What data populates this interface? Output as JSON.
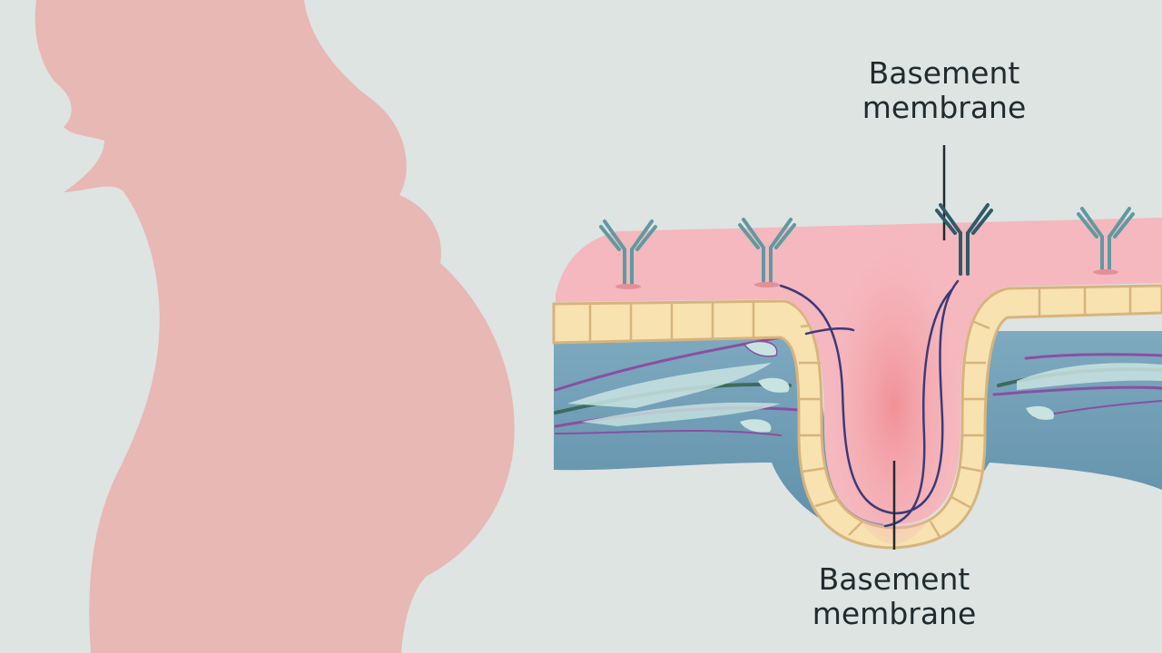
{
  "labels": {
    "top": {
      "line1": "Basement",
      "line2": "membrane"
    },
    "bottom": {
      "line1": "Basement",
      "line2": "membrane"
    }
  },
  "colors": {
    "background": "#dde4e2",
    "silhouette": "#e8b8b4",
    "epidermis": "#f4b8be",
    "basal_cells": "#f7e2b0",
    "dermis": "#6f9db4",
    "antibody": "#5f9aa0",
    "membrane_line": "#3c3a78"
  },
  "icons": {
    "silhouette": "pregnant-woman-silhouette",
    "antibody": "antibody-y-icon"
  }
}
